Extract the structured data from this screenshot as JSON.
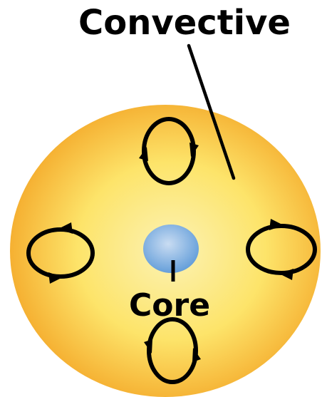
{
  "labels": {
    "convective": "Convective",
    "core": "Core"
  },
  "colors": {
    "star_center": "#fbf2b4",
    "star_mid": "#fde46a",
    "star_edge": "#f4a92a",
    "core_center": "#c9dcf2",
    "core_edge": "#5d9ad8",
    "outline": "#000000"
  },
  "convection_cells": [
    {
      "name": "top",
      "orientation": "vertical"
    },
    {
      "name": "left",
      "orientation": "horizontal"
    },
    {
      "name": "right",
      "orientation": "horizontal"
    },
    {
      "name": "bottom",
      "orientation": "vertical"
    }
  ]
}
